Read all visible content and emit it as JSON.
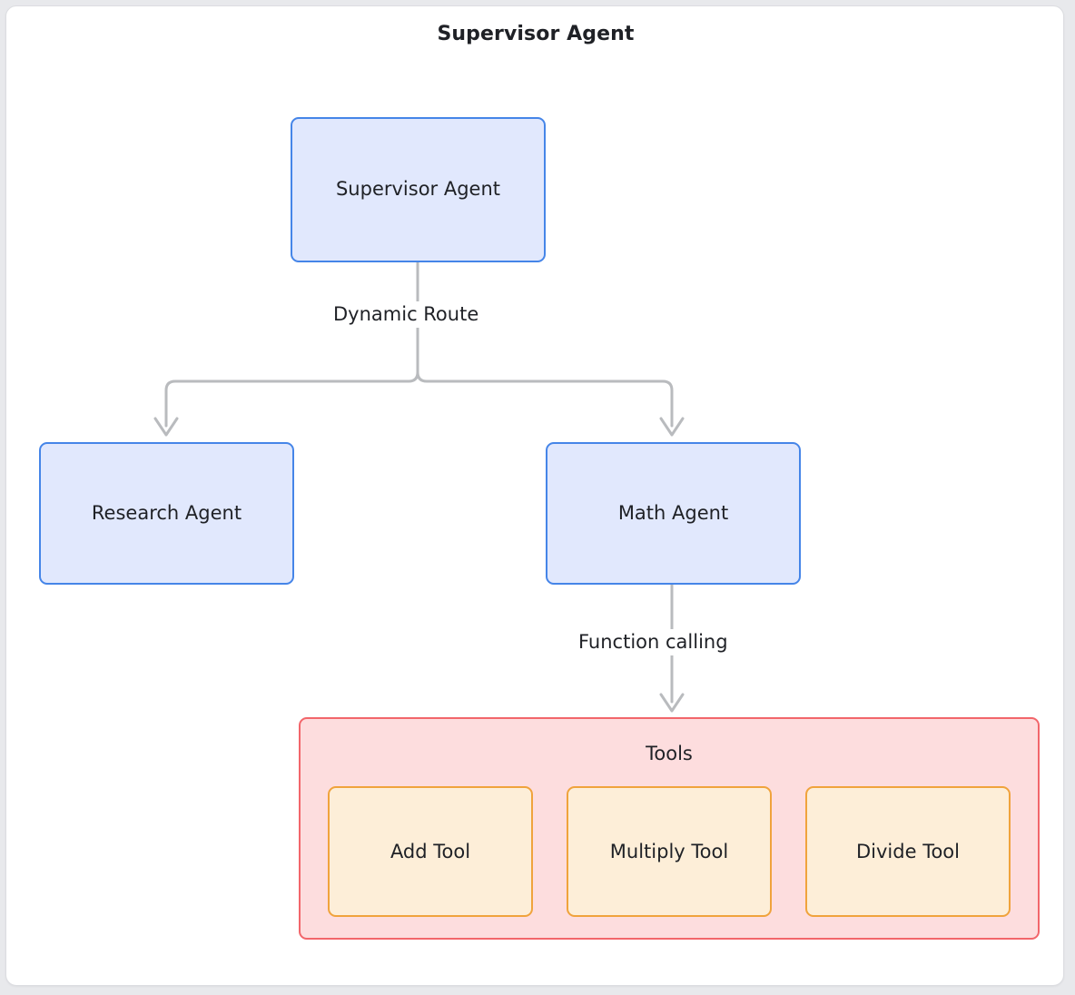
{
  "diagram": {
    "title": "Supervisor Agent",
    "type": "flowchart",
    "nodes": [
      {
        "id": "supervisor",
        "label": "Supervisor Agent"
      },
      {
        "id": "research",
        "label": "Research Agent"
      },
      {
        "id": "math",
        "label": "Math Agent"
      }
    ],
    "clusters": [
      {
        "id": "tools",
        "label": "Tools",
        "children": [
          {
            "id": "add-tool",
            "label": "Add Tool"
          },
          {
            "id": "multiply-tool",
            "label": "Multiply Tool"
          },
          {
            "id": "divide-tool",
            "label": "Divide Tool"
          }
        ]
      }
    ],
    "edges": [
      {
        "from": "supervisor",
        "to": "research",
        "label": "Dynamic Route"
      },
      {
        "from": "supervisor",
        "to": "math",
        "label": "Dynamic Route"
      },
      {
        "from": "math",
        "to": "tools",
        "label": "Function calling"
      }
    ],
    "edge_labels": {
      "dynamic_route": "Dynamic Route",
      "function_calling": "Function calling"
    },
    "colors": {
      "agent_fill": "#e1e8fd",
      "agent_border": "#4585e8",
      "tools_fill": "#fdddde",
      "tools_border": "#f2666b",
      "tool_fill": "#fdeed8",
      "tool_border": "#f0a33c",
      "edge": "#b9bbbe",
      "frame_border": "#dcdde1",
      "text": "#1f2126"
    }
  }
}
